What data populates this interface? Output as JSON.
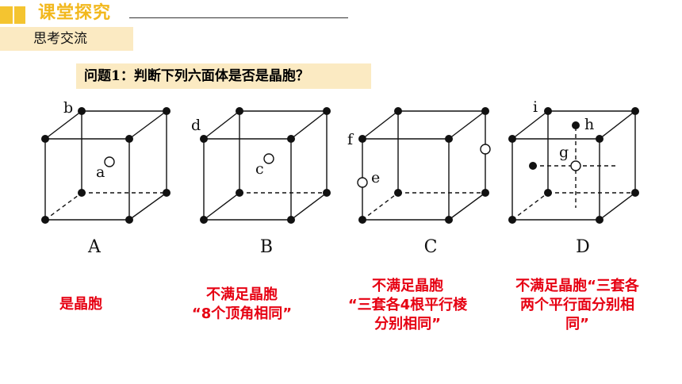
{
  "header": {
    "title": "课堂探究",
    "tag": "思考交流"
  },
  "question": "问题1：判断下列六面体是否是晶胞？",
  "figures": [
    {
      "caption": "A",
      "labels": [
        "b",
        "a"
      ]
    },
    {
      "caption": "B",
      "labels": [
        "d",
        "c"
      ]
    },
    {
      "caption": "C",
      "labels": [
        "f",
        "e"
      ]
    },
    {
      "caption": "D",
      "labels": [
        "i",
        "h",
        "g"
      ]
    }
  ],
  "answers": [
    "是晶胞",
    "不满足晶胞\n“8个顶角相同”",
    "不满足晶胞\n“三套各4根平行棱\n分别相同”",
    "不满足晶胞“三套各\n两个平行面分别相\n同”"
  ],
  "colors": {
    "title": "#f2b81d",
    "highlight": "#fbeac2",
    "answer": "#e60012"
  }
}
